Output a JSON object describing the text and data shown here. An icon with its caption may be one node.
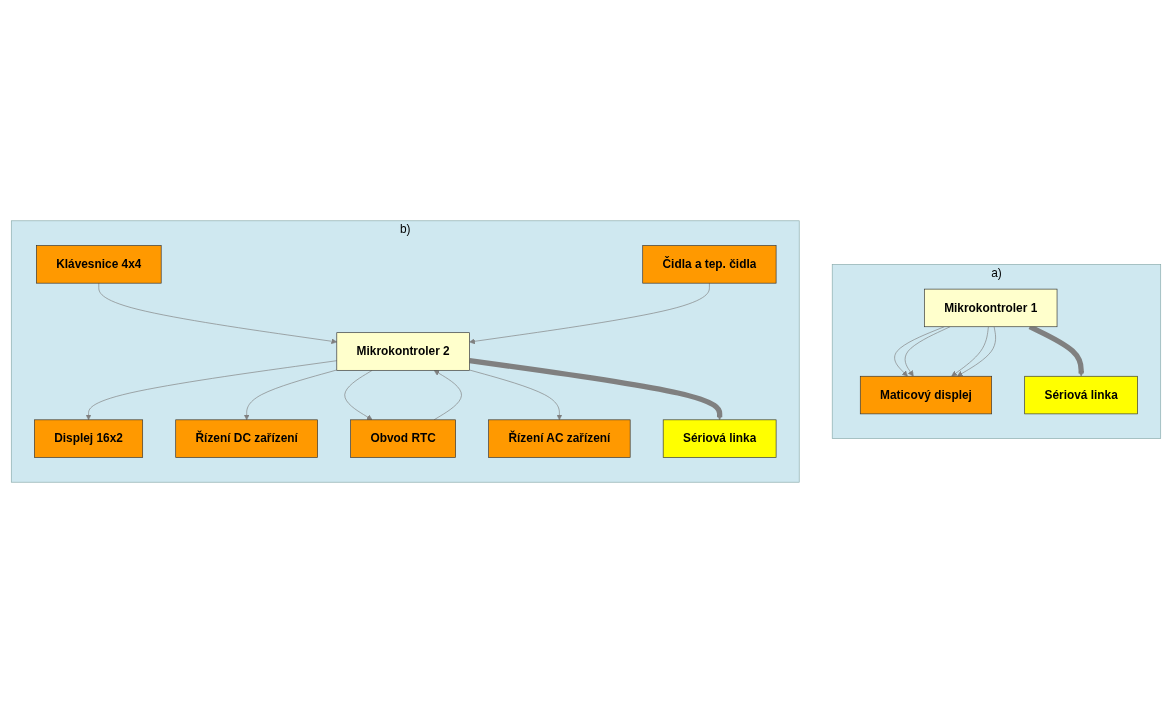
{
  "diagram": {
    "nodes": [
      {
        "text": [
          "a)"
        ]
      },
      {
        "text": [
          "Maticový displej"
        ],
        "in": 0
      },
      {
        "text": [
          "Mikrokontroler 1"
        ],
        "in": 0
      },
      {
        "text": [
          "Sériová linka"
        ],
        "in": 0
      },
      {
        "text": [
          "b)"
        ]
      },
      {
        "text": [
          "Displej 16x2"
        ],
        "in": 4
      },
      {
        "text": [
          "Klávesnice 4x4"
        ],
        "in": 4
      },
      {
        "text": [
          "Řízení DC zařízení"
        ],
        "in": 4
      },
      {
        "text": [
          "Obvod RTC"
        ],
        "in": 4
      },
      {
        "text": [
          "Mikrokontroler 2"
        ],
        "in": 4
      },
      {
        "text": [
          "Čidla a tep. čidla"
        ],
        "in": 4
      },
      {
        "text": [
          "Řízení AC zařízení"
        ],
        "in": 4
      },
      {
        "text": [
          "Sériová linka"
        ],
        "in": 4
      }
    ],
    "edges": [
      {
        "from": 2,
        "to": 1,
        "arrow": "to"
      },
      {
        "from": 2,
        "to": 1,
        "arrow": "to"
      },
      {
        "from": 2,
        "to": 1,
        "arrow": "to"
      },
      {
        "from": 2,
        "to": 1,
        "arrow": "to"
      },
      {
        "from": 2,
        "to": 3,
        "arrow": "to",
        "style": "thick"
      },
      {
        "from": 9,
        "to": 5,
        "arrow": "to"
      },
      {
        "from": 6,
        "to": 9,
        "arrow": "to"
      },
      {
        "from": 9,
        "to": 7,
        "arrow": "to"
      },
      {
        "from": 9,
        "to": 8,
        "arrow": "to"
      },
      {
        "from": 8,
        "to": 9,
        "arrow": "to"
      },
      {
        "from": 10,
        "to": 9,
        "arrow": "to"
      },
      {
        "from": 9,
        "to": 11,
        "arrow": "to"
      },
      {
        "from": 9,
        "to": 12,
        "arrow": "to",
        "style": "thick"
      }
    ]
  }
}
